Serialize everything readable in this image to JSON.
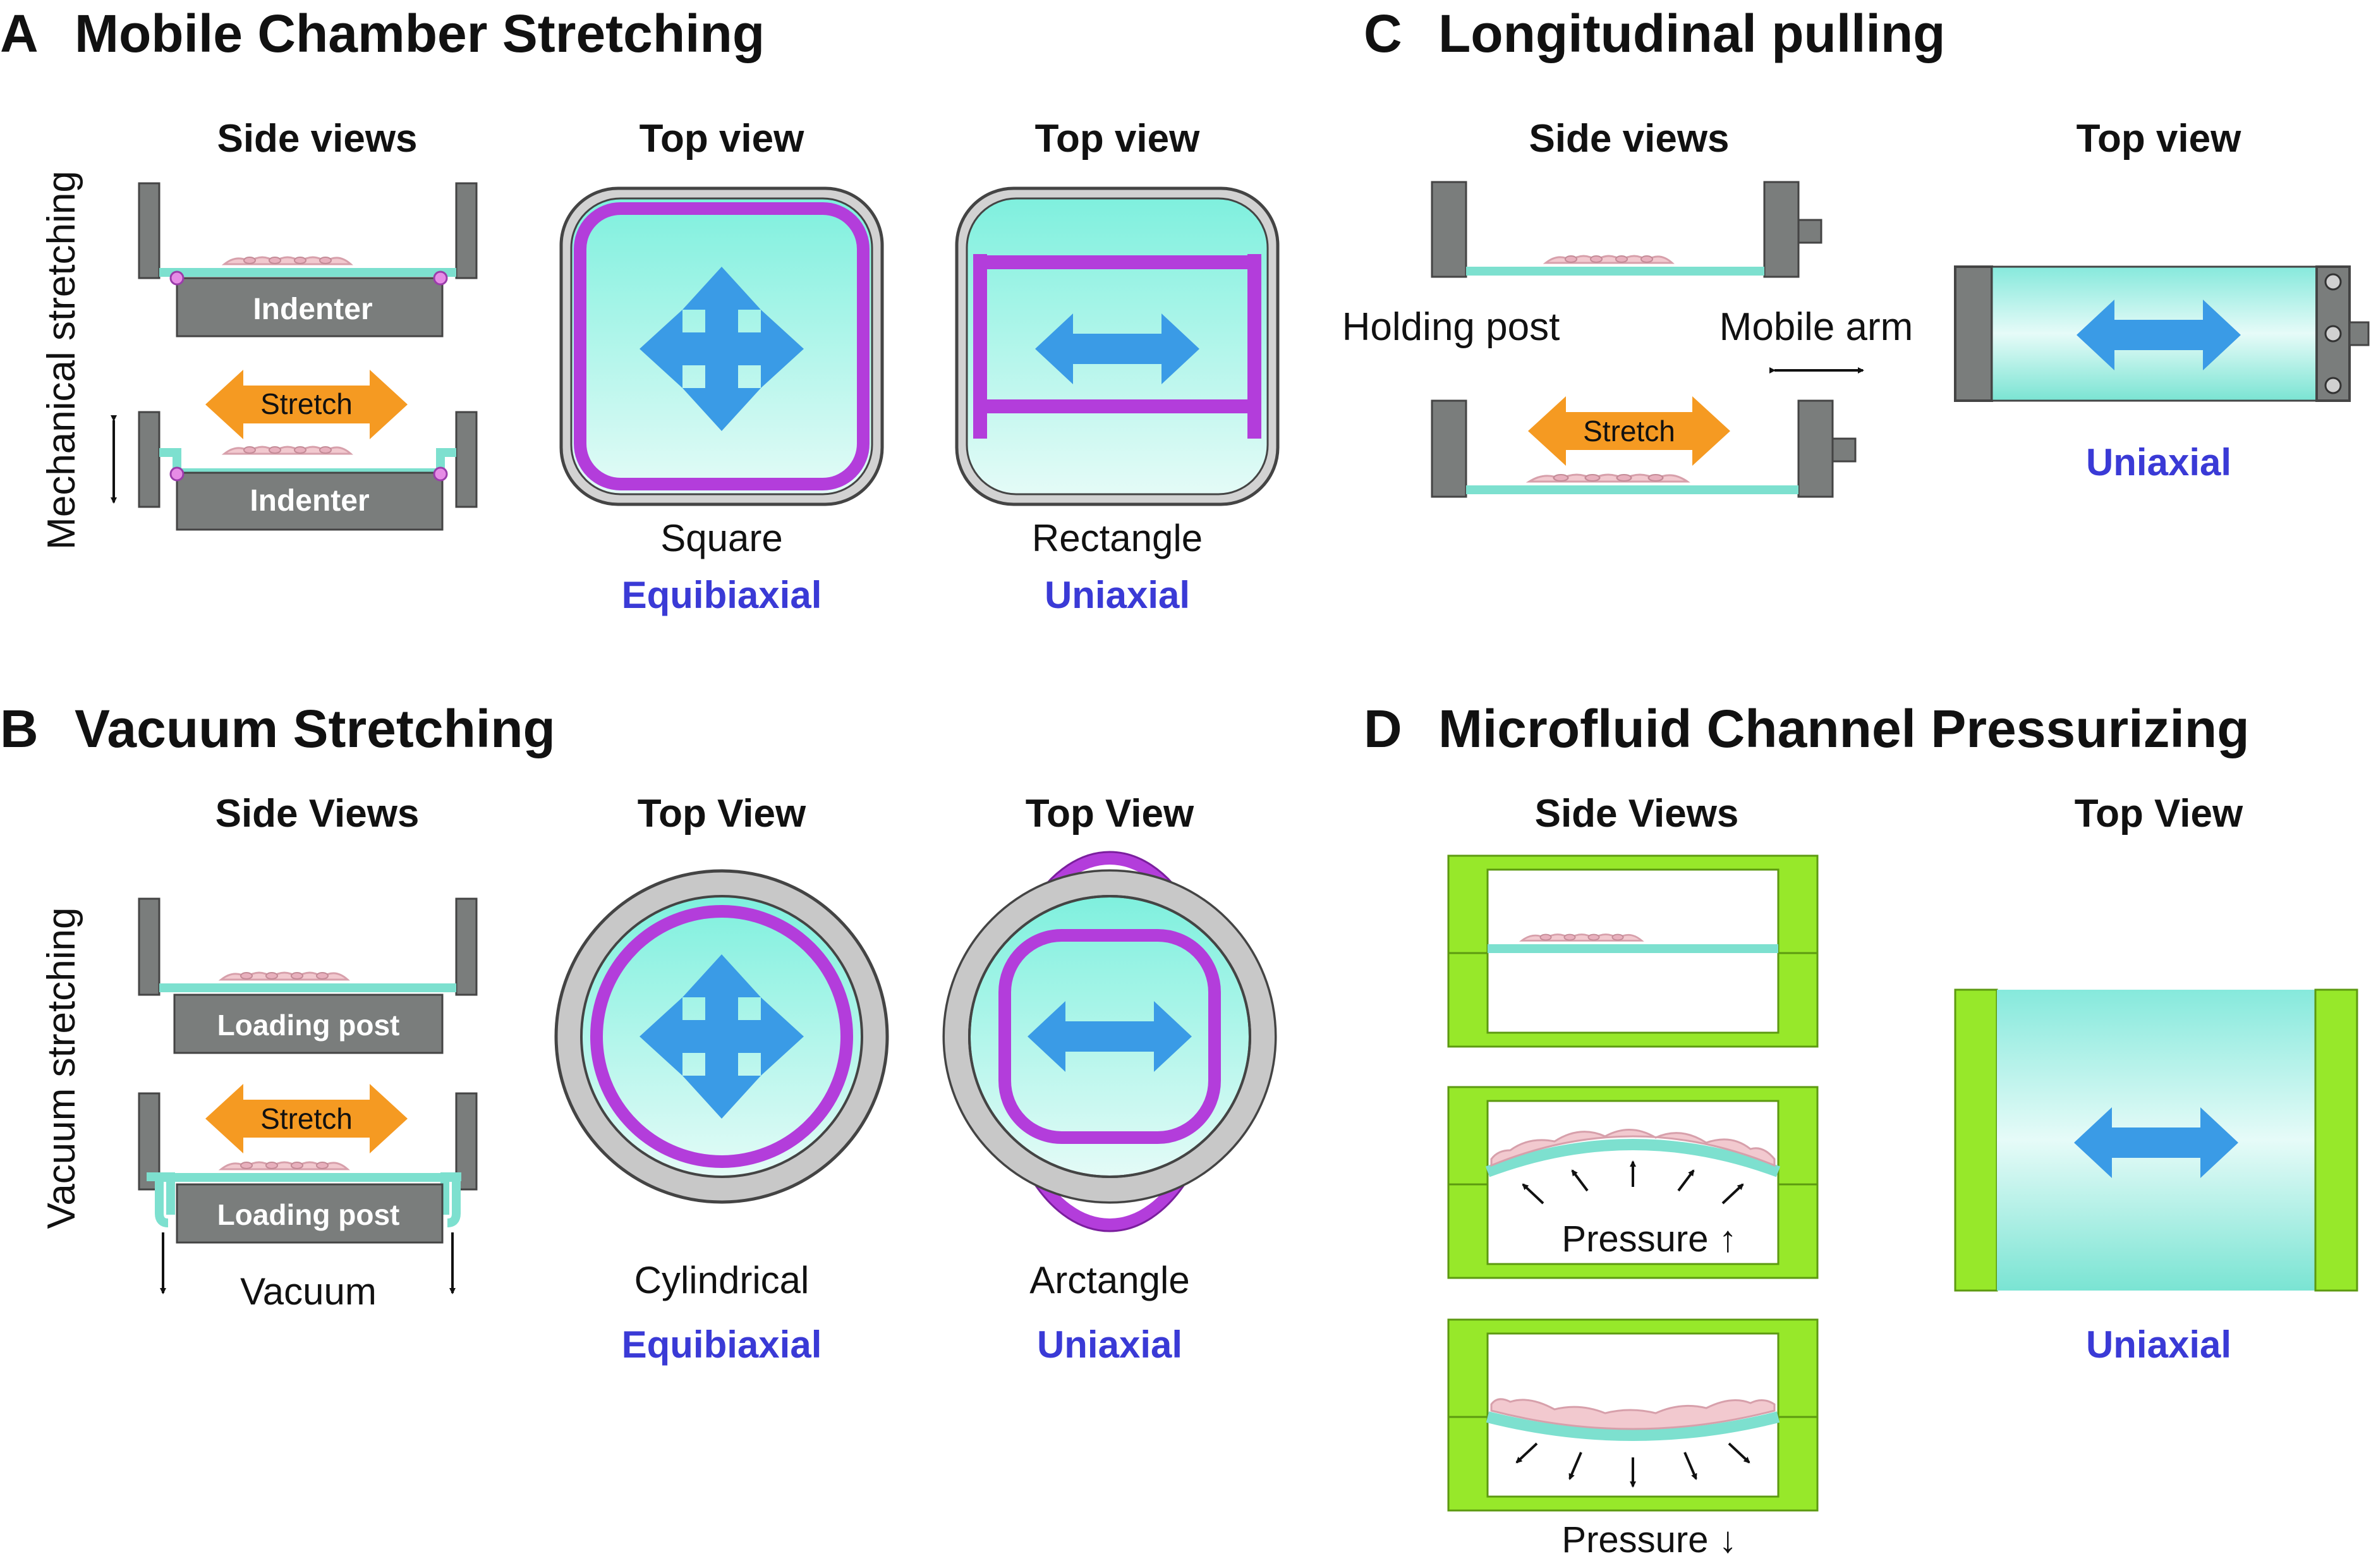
{
  "panels": {
    "A": {
      "letter": "A",
      "title": "Mobile Chamber Stretching",
      "side_heading": "Side views",
      "top_heading_1": "Top view",
      "top_heading_2": "Top view",
      "vertical_label": "Mechanical stretching",
      "indenter_1": "Indenter",
      "indenter_2": "Indenter",
      "stretch": "Stretch",
      "shape_1": "Square",
      "mode_1": "Equibiaxial",
      "shape_2": "Rectangle",
      "mode_2": "Uniaxial"
    },
    "B": {
      "letter": "B",
      "title": "Vacuum Stretching",
      "side_heading": "Side Views",
      "top_heading_1": "Top View",
      "top_heading_2": "Top View",
      "vertical_label": "Vacuum stretching",
      "post_1": "Loading post",
      "post_2": "Loading  post",
      "stretch": "Stretch",
      "vacuum": "Vacuum",
      "shape_1": "Cylindrical",
      "mode_1": "Equibiaxial",
      "shape_2": "Arctangle",
      "mode_2": "Uniaxial"
    },
    "C": {
      "letter": "C",
      "title": "Longitudinal pulling",
      "side_heading": "Side views",
      "top_heading": "Top view",
      "holding_post": "Holding post",
      "mobile_arm": "Mobile arm",
      "stretch": "Stretch",
      "mode": "Uniaxial"
    },
    "D": {
      "letter": "D",
      "title": "Microfluid Channel Pressurizing",
      "side_heading": "Side Views",
      "top_heading": "Top View",
      "pressure_up": "Pressure ↑",
      "pressure_down": "Pressure ↓",
      "mode": "Uniaxial"
    }
  },
  "colors": {
    "gray": "#7a7d7c",
    "teal": "#7de0cf",
    "magenta": "#b33ddb",
    "blue_arrow": "#3a9be6",
    "orange": "#f59a22",
    "green": "#97e82a",
    "mode_text": "#3a3ad6",
    "cell": "#f2c9cf"
  },
  "icons": [
    "four-way-arrow-icon",
    "double-arrow-icon",
    "vertical-double-arrow-icon",
    "down-arrow-icon",
    "pressure-arrow-icon"
  ]
}
